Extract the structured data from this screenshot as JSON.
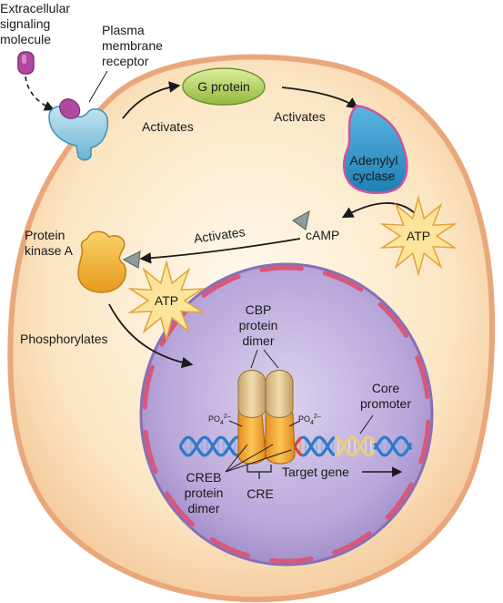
{
  "labels": {
    "extracellular_signaling_molecule": "Extracellular\nsignaling\nmolecule",
    "plasma_membrane_receptor": "Plasma\nmembrane\nreceptor",
    "g_protein": "G protein",
    "activates_1": "Activates",
    "activates_2": "Activates",
    "activates_3": "Activates",
    "adenylyl_cyclase": "Adenylyl\ncyclase",
    "atp_1": "ATP",
    "atp_2": "ATP",
    "camp": "cAMP",
    "protein_kinase_a": "Protein\nkinase A",
    "phosphorylates": "Phosphorylates",
    "cbp_protein_dimer": "CBP\nprotein\ndimer",
    "po4_left": "PO",
    "po4_right": "PO",
    "po4_sub": "4",
    "po4_sup": "2–",
    "core_promoter": "Core\npromoter",
    "target_gene": "Target gene",
    "creb_protein_dimer": "CREB\nprotein\ndimer",
    "cre": "CRE"
  },
  "colors": {
    "cell_fill": "#fbe6c4",
    "cell_border": "#e9a77a",
    "nucleus_fill": "#b7a6d6",
    "nucleus_border": "#8a72b8",
    "membrane_segments": "#d9577a",
    "receptor": "#8fcbe3",
    "g_protein": "#b9d56a",
    "adenylyl_cyclase": "#3a9fd0",
    "signaling_molecule": "#b048a0",
    "protein_kinase": "#f2b035",
    "camp_triangle": "#8a9a96",
    "atp_star": "#fce59a",
    "cbp": "#d9bd86",
    "creb": "#f0a830",
    "dna_blue": "#2e7ac8",
    "dna_red": "#d8443c",
    "dna_cream": "#efd9a0"
  }
}
